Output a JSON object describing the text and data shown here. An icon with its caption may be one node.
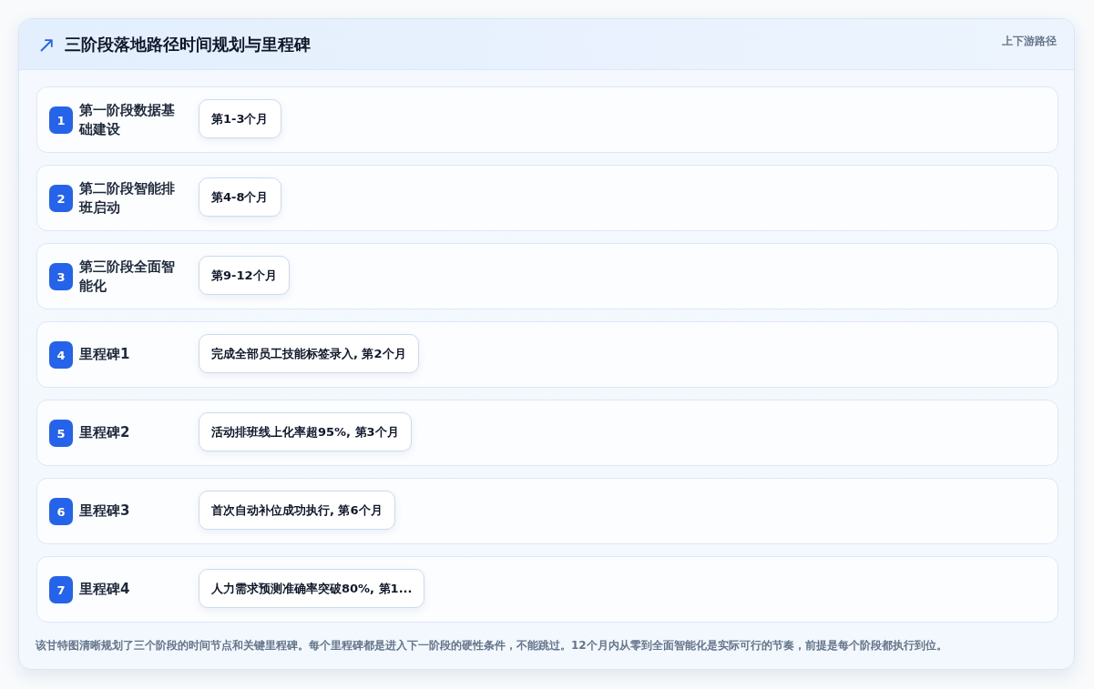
{
  "diagram": {
    "title": "三阶段落地路径时间规划与里程碑",
    "caption": "该甘特图清晰规划了三个阶段的时间节点和关键里程碑。每个里程碑都是进入下一阶段的硬性条件，不能跳过。12个月内从零到全面智能化是实际可行的节奏，前提是每个阶段都执行到位。",
    "nodes": [
      {
        "text": [
          "第一阶段数据基础建设"
        ]
      },
      {
        "text": [
          "1"
        ],
        "in": 0
      },
      {
        "text": [
          "第1-3个月"
        ],
        "in": 0
      },
      {
        "text": [
          "第二阶段智能排班启动"
        ]
      },
      {
        "text": [
          "2"
        ],
        "in": 3
      },
      {
        "text": [
          "第4-8个月"
        ],
        "in": 3
      },
      {
        "text": [
          "第三阶段全面智能化"
        ]
      },
      {
        "text": [
          "3"
        ],
        "in": 6
      },
      {
        "text": [
          "第9-12个月"
        ],
        "in": 6
      },
      {
        "text": [
          "里程碑1"
        ]
      },
      {
        "text": [
          "4"
        ],
        "in": 9
      },
      {
        "text": [
          "完成全部员工技能标签录入, 第2个月"
        ],
        "in": 9
      },
      {
        "text": [
          "里程碑2"
        ]
      },
      {
        "text": [
          "5"
        ],
        "in": 12
      },
      {
        "text": [
          "活动排班线上化率超95%, 第3个月"
        ],
        "in": 12
      },
      {
        "text": [
          "里程碑3"
        ]
      },
      {
        "text": [
          "6"
        ],
        "in": 15
      },
      {
        "text": [
          "首次自动补位成功执行, 第6个月"
        ],
        "in": 15
      },
      {
        "text": [
          "里程碑4"
        ]
      },
      {
        "text": [
          "7"
        ],
        "in": 18
      },
      {
        "text": [
          "人力需求预测准确率突破80%, 第1..."
        ],
        "in": 18
      }
    ],
    "labels": [
      "上下游路径"
    ]
  }
}
